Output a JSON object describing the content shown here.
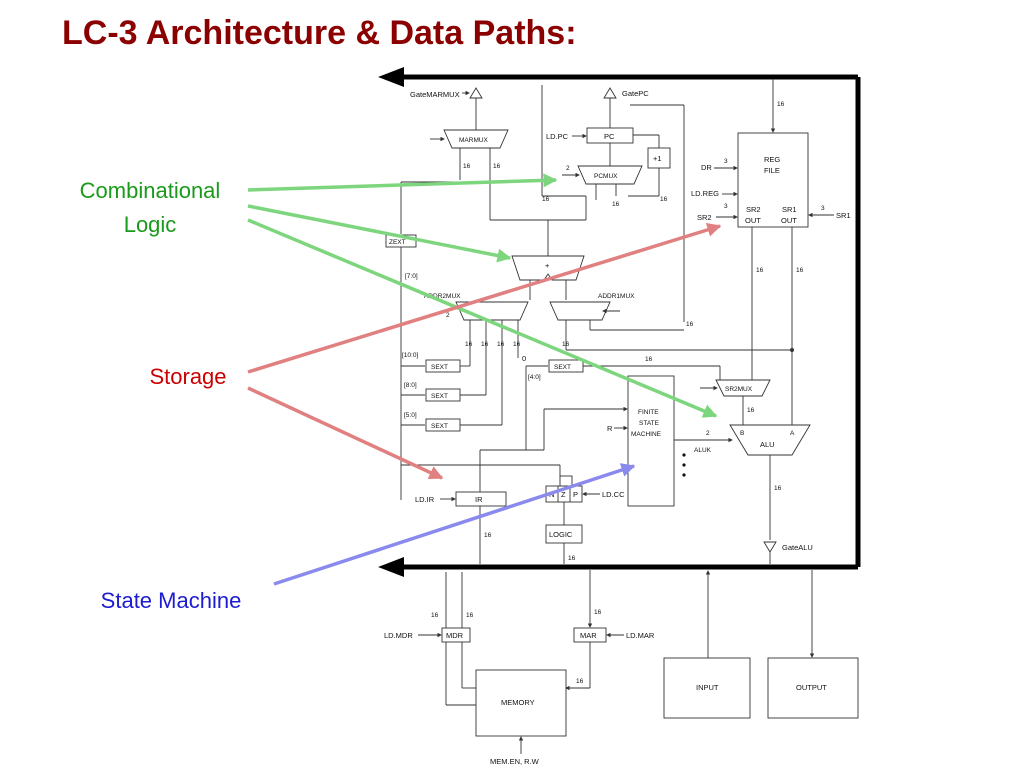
{
  "title": "LC-3 Architecture & Data Paths:",
  "callouts": {
    "combinational_line1": "Combinational",
    "combinational_line2": "Logic",
    "storage": "Storage",
    "state_machine": "State Machine"
  },
  "colors": {
    "title": "#8b0000",
    "combinational": "#1a9a1a",
    "combinational_arrow": "#7dd67d",
    "storage": "#cc0000",
    "storage_arrow": "#e08080",
    "state_machine": "#1c1cd0",
    "state_machine_arrow": "#8a8aee",
    "bus": "#000000"
  },
  "diagram": {
    "gate_marmux": "GateMARMUX",
    "gate_pc": "GatePC",
    "marmux": "MARMUX",
    "pc": "PC",
    "ld_pc": "LD.PC",
    "plus_one": "+1",
    "pcmux": "PCMUX",
    "reg_file_line1": "REG",
    "reg_file_line2": "FILE",
    "dr": "DR",
    "ld_reg": "LD.REG",
    "sr2": "SR2",
    "sr2_out_line1": "SR2",
    "sr2_out_line2": "OUT",
    "sr1_out_line1": "SR1",
    "sr1_out_line2": "OUT",
    "sr1": "SR1",
    "zext": "ZEXT",
    "adder": "+",
    "bits_7_0": "[7:0]",
    "addr2mux": "ADDR2MUX",
    "addr1mux": "ADDR1MUX",
    "bits_10_0": "[10:0]",
    "bits_8_0": "[8:0]",
    "bits_5_0": "[5:0]",
    "bits_4_0": "[4:0]",
    "sext": "SEXT",
    "zero": "0",
    "fsm_line1": "FINITE",
    "fsm_line2": "STATE",
    "fsm_line3": "MACHINE",
    "r": "R",
    "sr2mux": "SR2MUX",
    "alu": "ALU",
    "alu_b": "B",
    "alu_a": "A",
    "aluk": "ALUK",
    "ld_ir": "LD.IR",
    "ir": "IR",
    "n": "N",
    "z": "Z",
    "p": "P",
    "ld_cc": "LD.CC",
    "logic": "LOGIC",
    "gate_alu": "GateALU",
    "ld_mdr": "LD.MDR",
    "mdr": "MDR",
    "mar": "MAR",
    "ld_mar": "LD.MAR",
    "memory": "MEMORY",
    "mem_en_rw": "MEM.EN, R.W",
    "input": "INPUT",
    "output": "OUTPUT",
    "width_16": "16",
    "width_3": "3",
    "width_2": "2"
  }
}
